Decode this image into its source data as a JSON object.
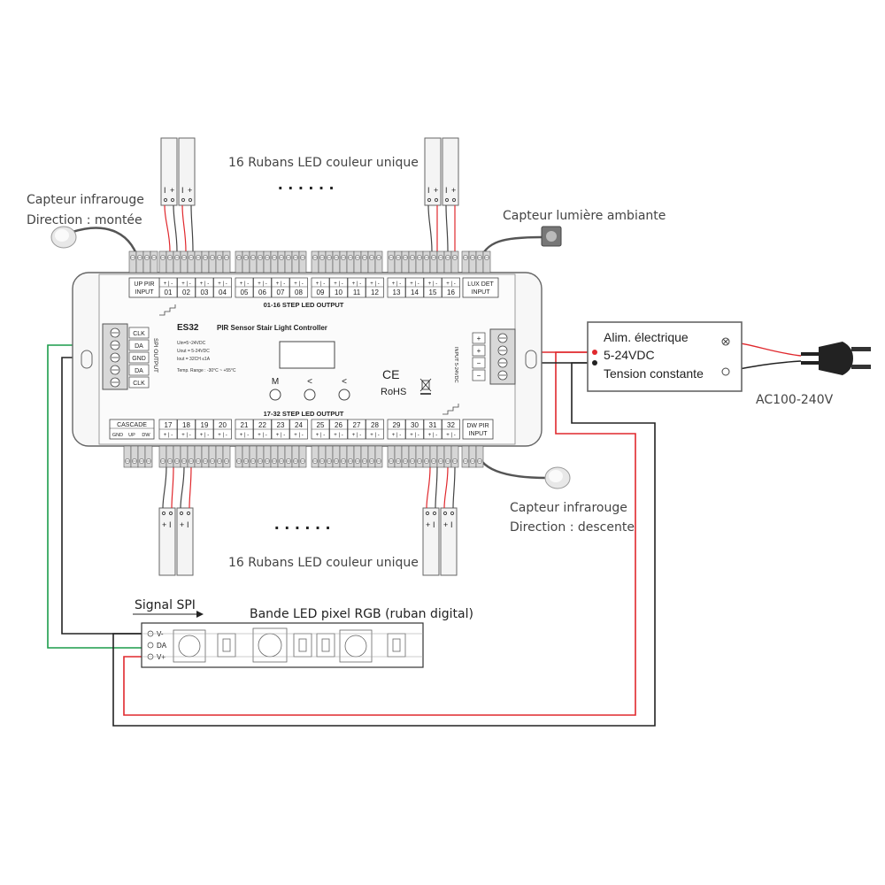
{
  "labels": {
    "top_strips": "16 Rubans LED couleur unique",
    "bottom_strips": "16 Rubans LED couleur unique",
    "pir_up_line1": "Capteur infrarouge",
    "pir_up_line2": "Direction :  montée",
    "pir_down_line1": "Capteur infrarouge",
    "pir_down_line2": "Direction : descente",
    "ambient_sensor": "Capteur lumière ambiante",
    "signal_spi": "Signal SPI",
    "pixel_strip": "Bande LED pixel RGB (ruban digital)",
    "ac_input": "AC100-240V",
    "ellipsis": "......"
  },
  "psu": {
    "line1": "Alim. électrique",
    "line2": "5-24VDC",
    "line3": "Tension constante"
  },
  "controller": {
    "model": "ES32",
    "name": "PIR Sensor Stair Light Controller",
    "spec_uin": "Uin=5~24VDC",
    "spec_uout": "Uout = 5-24VDC",
    "spec_iout": "Iout = 32CH ≤1A",
    "spec_temp": "Temp. Range : -30°C ~ +55°C",
    "top_output_label": "01-16 STEP LED OUTPUT",
    "bottom_output_label": "17-32 STEP LED OUTPUT",
    "up_pir_line1": "UP PIR",
    "up_pir_line2": "INPUT",
    "lux_line1": "LUX DET",
    "lux_line2": "INPUT",
    "dw_pir_line1": "DW PIR",
    "dw_pir_line2": "INPUT",
    "cascade": "CASCADE",
    "cascade_pins": [
      "GND",
      "UP",
      "DW"
    ],
    "spi_output": "SPI OUTPUT",
    "spi_pins": [
      "CLK",
      "DA",
      "GND",
      "DA",
      "CLK"
    ],
    "input_label": "INPUT 5-24VDC",
    "input_pins": [
      "+",
      "+",
      "−",
      "−"
    ],
    "buttons": [
      "M",
      "<",
      "<"
    ],
    "ce": "CE",
    "rohs": "RoHS",
    "top_channels": [
      "01",
      "02",
      "03",
      "04",
      "05",
      "06",
      "07",
      "08",
      "09",
      "10",
      "11",
      "12",
      "13",
      "14",
      "15",
      "16"
    ],
    "bottom_channels": [
      "17",
      "18",
      "19",
      "20",
      "21",
      "22",
      "23",
      "24",
      "25",
      "26",
      "27",
      "28",
      "29",
      "30",
      "31",
      "32"
    ]
  },
  "pixel_strip_pins": [
    "V-",
    "DA",
    "V+"
  ],
  "led_strip_terminal_top": [
    "I",
    "+"
  ],
  "led_strip_terminal_bottom": [
    "+",
    "I"
  ],
  "colors": {
    "wire_red": "#e0282d",
    "wire_green": "#1a9c4a",
    "wire_black": "#222222",
    "line_gray": "#555555"
  }
}
